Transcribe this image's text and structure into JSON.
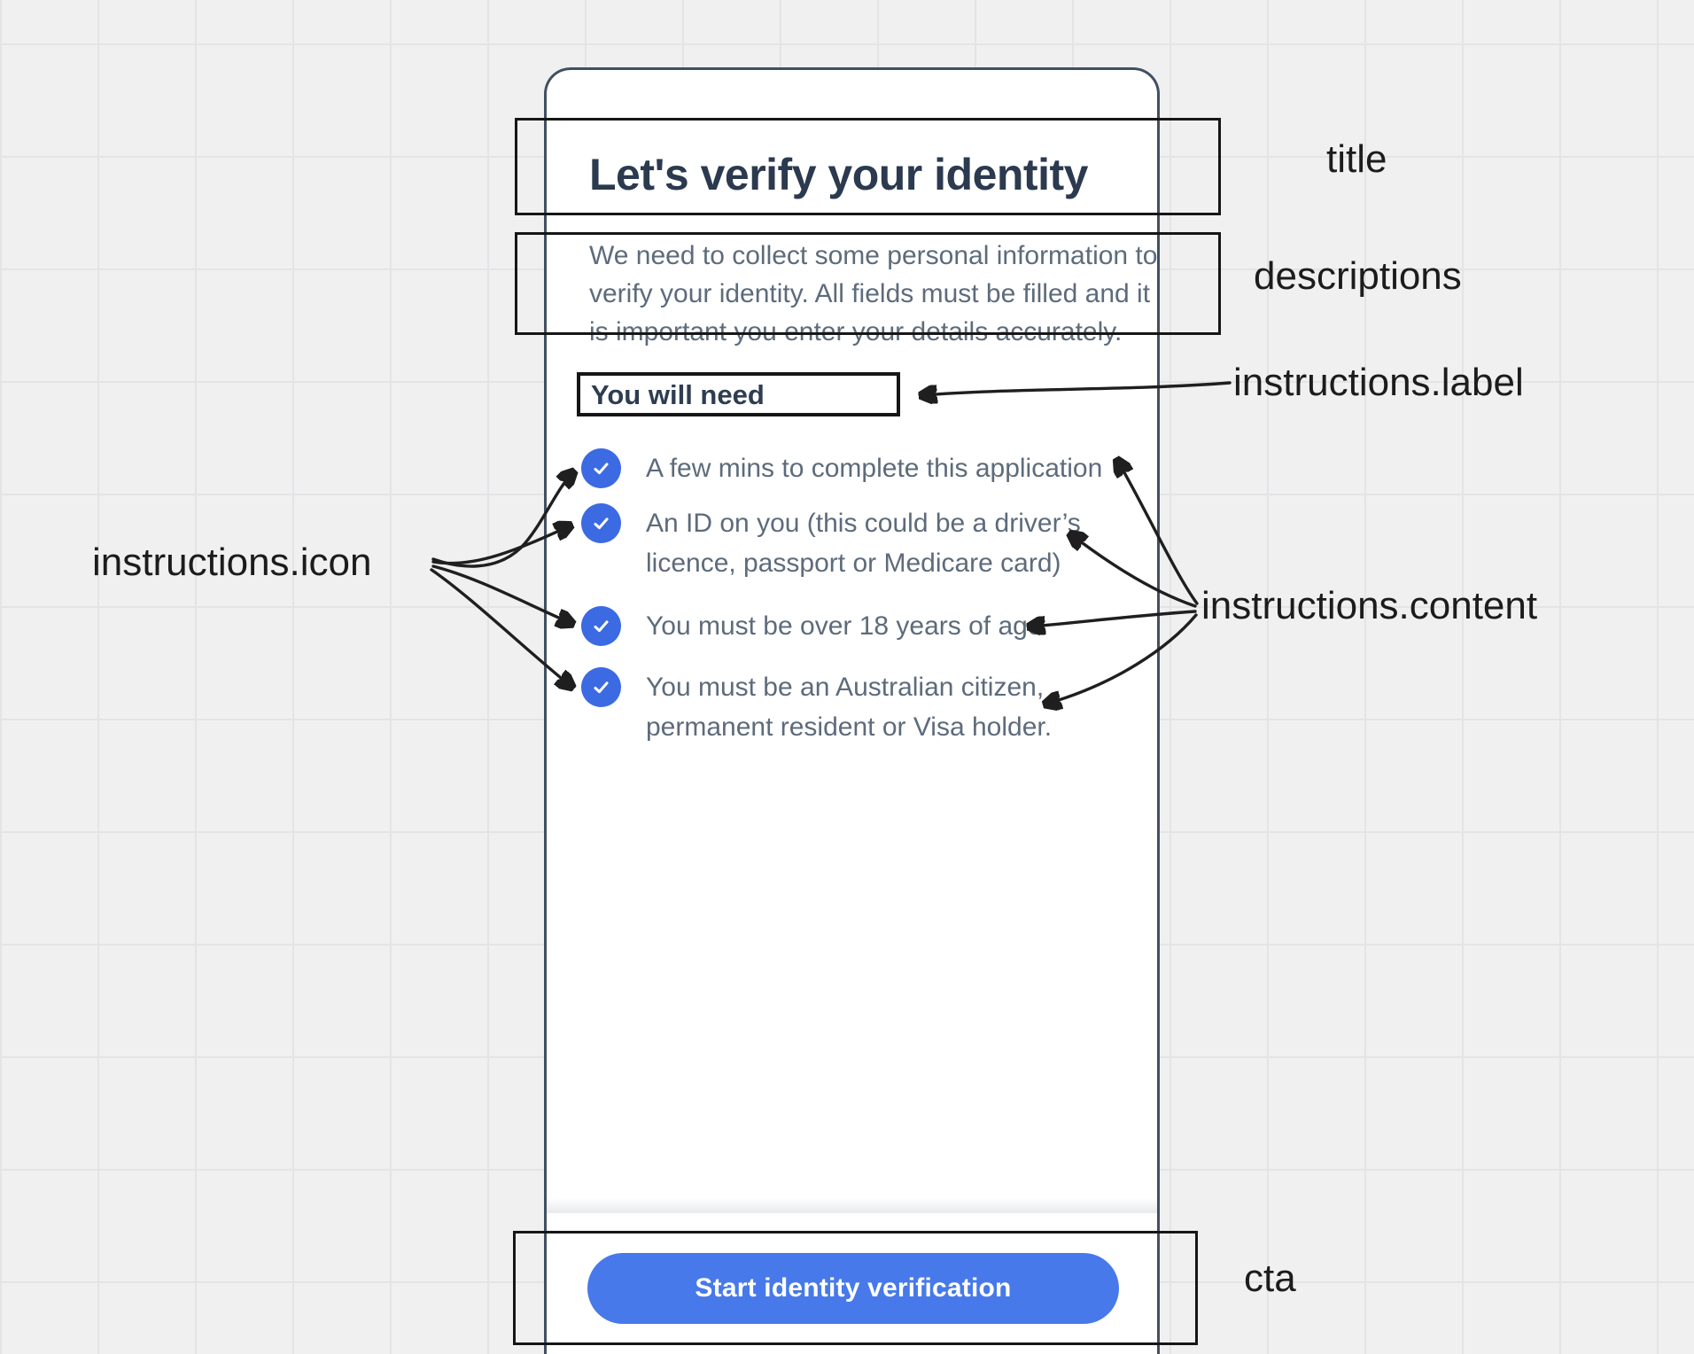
{
  "screen": {
    "title": "Let's verify your identity",
    "descriptions": "We need to collect some personal information to\nverify your identity. All fields must be filled and it\nis important you enter your details accurately.",
    "instructions": {
      "label": "You will need",
      "items": [
        {
          "icon": "check-circle",
          "content": "A few mins to complete this application"
        },
        {
          "icon": "check-circle",
          "content": "An ID on you (this could be a driver’s\nlicence, passport or Medicare card)"
        },
        {
          "icon": "check-circle",
          "content": "You must be over 18 years of age"
        },
        {
          "icon": "check-circle",
          "content": "You must be an Australian citizen,\npermanent resident or Visa holder."
        }
      ]
    },
    "cta": "Start identity verification"
  },
  "annotations": {
    "labels": {
      "title": "title",
      "descriptions": "descriptions",
      "instructions_label": "instructions.label",
      "instructions_icon": "instructions.icon",
      "instructions_content": "instructions.content",
      "cta": "cta"
    }
  },
  "colors": {
    "accent_blue": "#3b6ae3",
    "button_blue": "#4779ea",
    "heading_text": "#2b3a4e",
    "body_text": "#5d6b7b",
    "card_border": "#415061",
    "annotation_ink": "#1c1c1c",
    "canvas_bg": "#f0f0f1",
    "grid_line": "#e4e4e7"
  }
}
